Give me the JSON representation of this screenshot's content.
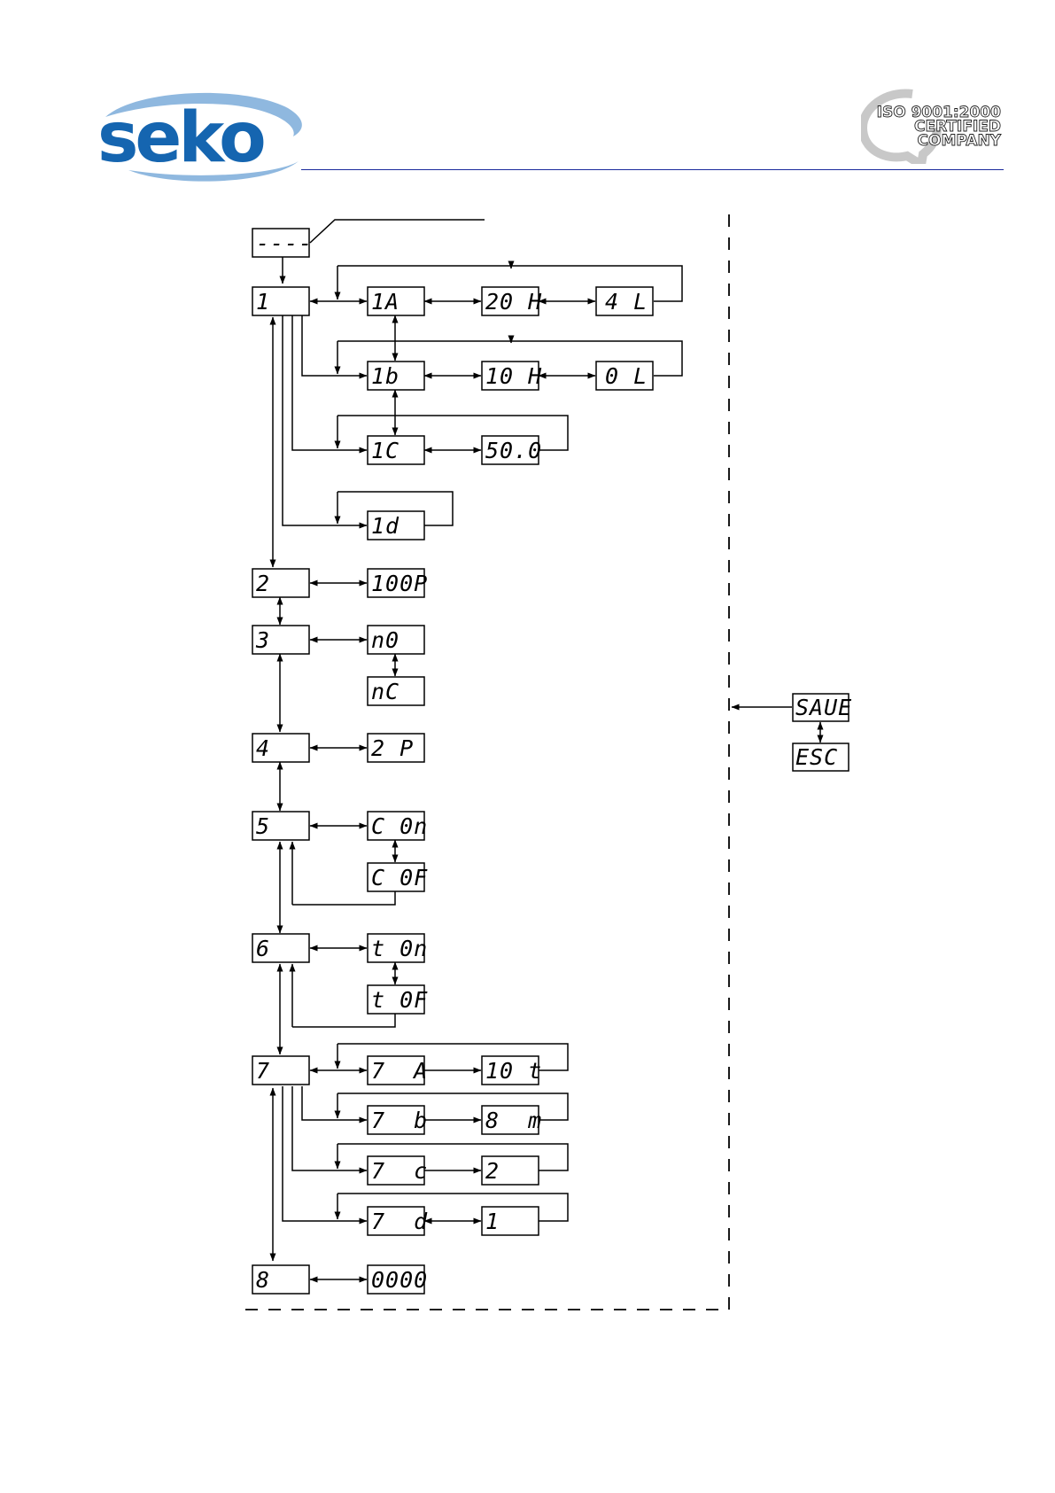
{
  "brand": {
    "name": "seko",
    "color": "#1565b0",
    "swoosh_color": "#8fb8df"
  },
  "certification": {
    "line1": "ISO 9001:2000",
    "line2": "CERTIFIED",
    "line3": "COMPANY"
  },
  "displays": {
    "start": "----",
    "m1": "1",
    "m1a": "1A",
    "m1a_v1": "20 H",
    "m1a_v2": "4 L",
    "m1b": "1b",
    "m1b_v1": "10 H",
    "m1b_v2": "0 L",
    "m1c": "1C",
    "m1c_v1": "50.0",
    "m1d": "1d",
    "m2": "2",
    "m2_v1": "100P",
    "m3": "3",
    "m3_v1": "n0",
    "m3_v2": "nC",
    "m4": "4",
    "m4_v1": "2 P",
    "m5": "5",
    "m5_v1": "C 0n",
    "m5_v2": "C 0F",
    "m6": "6",
    "m6_v1": "t 0n",
    "m6_v2": "t 0F",
    "m7": "7",
    "m7a": "7  A",
    "m7a_v1": "10 t",
    "m7b": "7  b",
    "m7b_v1": "8  m",
    "m7c": "7  c",
    "m7c_v1": "2",
    "m7d": "7  d",
    "m7d_v1": "1",
    "m8": "8",
    "m8_v1": "0000",
    "save": "SAUE",
    "esc": "ESC"
  }
}
